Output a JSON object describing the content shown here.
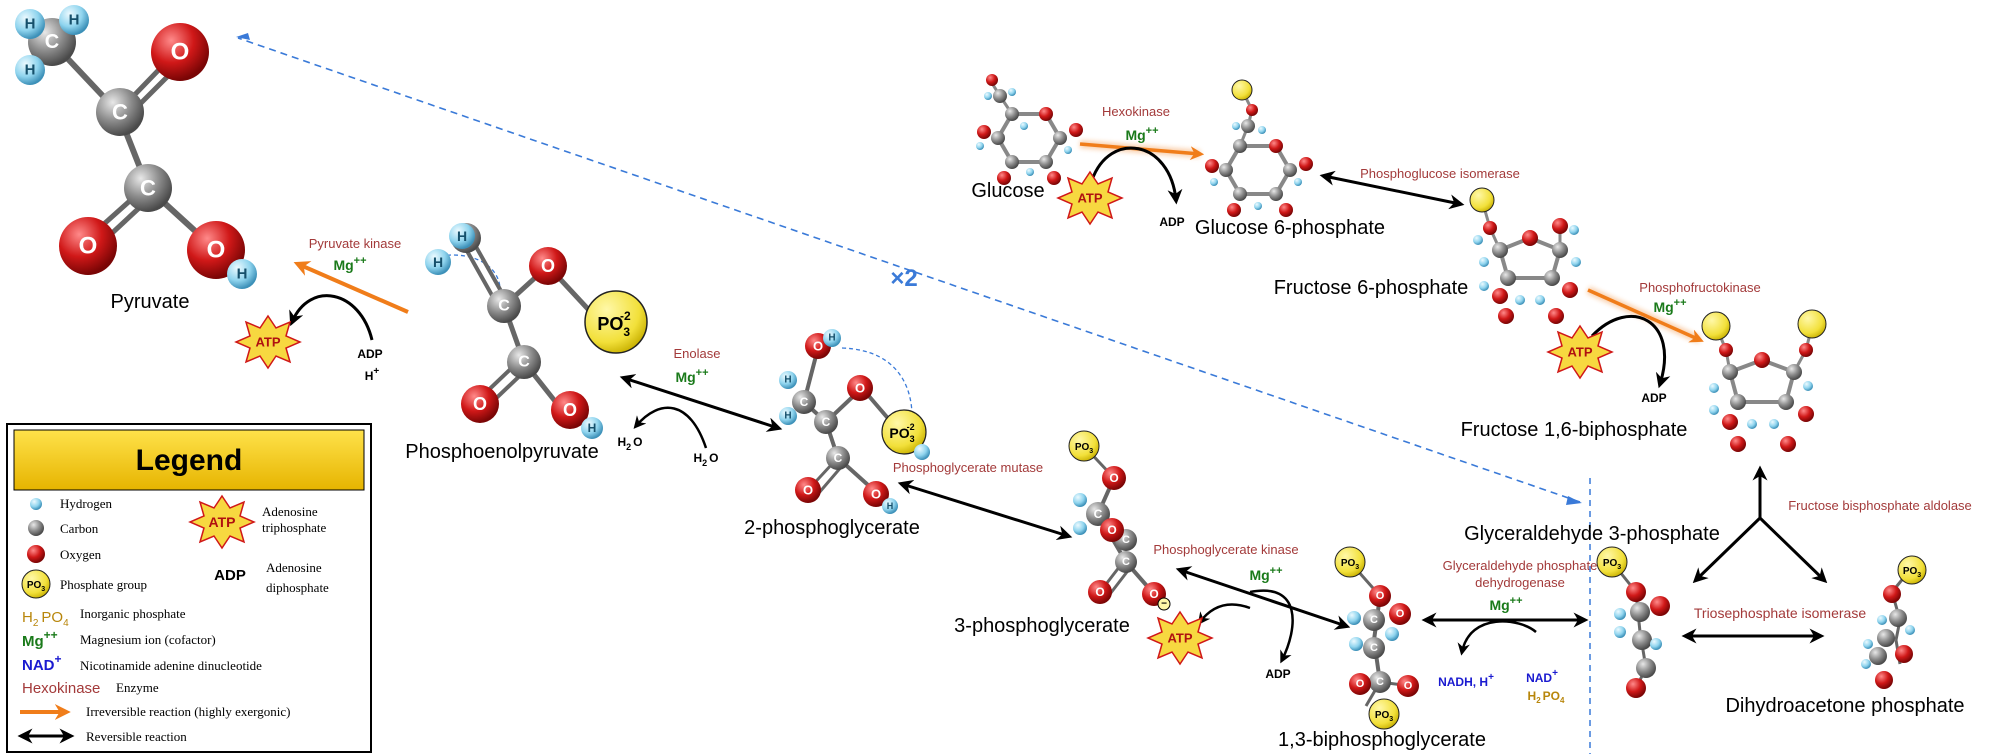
{
  "compounds": {
    "pyruvate": "Pyruvate",
    "pep": "Phosphoenolpyruvate",
    "pg2": "2-phosphoglycerate",
    "pg3": "3-phosphoglycerate",
    "bpg": "1,3-biphosphoglycerate",
    "g3p": "Glyceraldehyde 3-phosphate",
    "dhap": "Dihydroacetone phosphate",
    "glucose": "Glucose",
    "g6p": "Glucose 6-phosphate",
    "f6p": "Fructose 6-phosphate",
    "f16bp": "Fructose 1,6-biphosphate"
  },
  "enzymes": {
    "hexokinase": "Hexokinase",
    "pgi": "Phosphoglucose isomerase",
    "pfk": "Phosphofructokinase",
    "aldolase": "Fructose bisphosphate aldolase",
    "tpi": "Triosephosphate isomerase",
    "gapdh_1": "Glyceraldehyde phosphate",
    "gapdh_2": "dehydrogenase",
    "pgk": "Phosphoglycerate kinase",
    "pgm": "Phosphoglycerate mutase",
    "enolase": "Enolase",
    "pk": "Pyruvate kinase"
  },
  "cofactors": {
    "mg": "Mg",
    "mg_charge": "++",
    "atp": "ATP",
    "adp": "ADP",
    "h2o_h": "H",
    "h2o_sub": "2",
    "h2o_o": "O",
    "h_plus": "H",
    "plus": "+",
    "nadh": "NADH, H",
    "nad": "NAD",
    "pi_h": "H",
    "pi_sub": "2",
    "pi_po": "PO",
    "pi_sub4": "4",
    "times_two": "×2"
  },
  "atoms": {
    "H": "H",
    "C": "C",
    "O": "O",
    "PO": "PO",
    "sub3": "3",
    "charge": "-2",
    "minus": "−"
  },
  "legend": {
    "title": "Legend",
    "hydrogen": "Hydrogen",
    "carbon": "Carbon",
    "oxygen": "Oxygen",
    "phosphate": "Phosphate group",
    "inorganic_phosphate": "Inorganic phosphate",
    "magnesium": "Magnesium ion (cofactor)",
    "nad": "Nicotinamide adenine dinucleotide",
    "enzyme_example": "Hexokinase",
    "enzyme": "Enzyme",
    "atp_line1": "Adenosine",
    "atp_line2": "triphosphate",
    "adp_line1": "Adenosine",
    "adp_line2": "diphosphate",
    "irreversible": "Irreversible reaction (highly exergonic)",
    "reversible": "Reversible reaction"
  },
  "colors": {
    "enzyme": "#a33a3a",
    "magnesium": "#1a7a1a",
    "nad": "#1a1ad0",
    "inorganic_phosphate": "#b8860b",
    "irreversible_arrow": "#f07d1a",
    "cycle_arrow": "#3a7ad8",
    "legend_header": "#f2c200"
  }
}
